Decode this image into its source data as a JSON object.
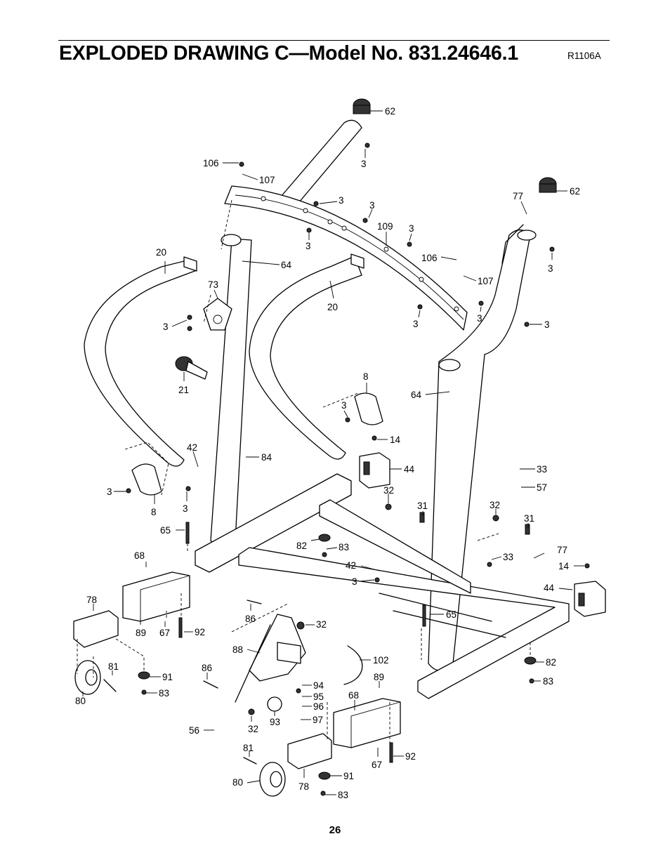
{
  "header": {
    "title": "EXPLODED DRAWING C—Model No. 831.24646.1",
    "drawing_code": "R1106A"
  },
  "footer": {
    "page_number": "26"
  },
  "callouts": [
    {
      "label": "62"
    },
    {
      "label": "3"
    },
    {
      "label": "106"
    },
    {
      "label": "107"
    },
    {
      "label": "3"
    },
    {
      "label": "3"
    },
    {
      "label": "3"
    },
    {
      "label": "109"
    },
    {
      "label": "3"
    },
    {
      "label": "77"
    },
    {
      "label": "62"
    },
    {
      "label": "3"
    },
    {
      "label": "106"
    },
    {
      "label": "107"
    },
    {
      "label": "20"
    },
    {
      "label": "64"
    },
    {
      "label": "73"
    },
    {
      "label": "3"
    },
    {
      "label": "20"
    },
    {
      "label": "3"
    },
    {
      "label": "3"
    },
    {
      "label": "3"
    },
    {
      "label": "21"
    },
    {
      "label": "8"
    },
    {
      "label": "3"
    },
    {
      "label": "64"
    },
    {
      "label": "14"
    },
    {
      "label": "42"
    },
    {
      "label": "84"
    },
    {
      "label": "44"
    },
    {
      "label": "33"
    },
    {
      "label": "57"
    },
    {
      "label": "3"
    },
    {
      "label": "8"
    },
    {
      "label": "3"
    },
    {
      "label": "32"
    },
    {
      "label": "31"
    },
    {
      "label": "32"
    },
    {
      "label": "31"
    },
    {
      "label": "65"
    },
    {
      "label": "82"
    },
    {
      "label": "83"
    },
    {
      "label": "77"
    },
    {
      "label": "68"
    },
    {
      "label": "33"
    },
    {
      "label": "42"
    },
    {
      "label": "14"
    },
    {
      "label": "3"
    },
    {
      "label": "44"
    },
    {
      "label": "78"
    },
    {
      "label": "86"
    },
    {
      "label": "65"
    },
    {
      "label": "89"
    },
    {
      "label": "67"
    },
    {
      "label": "92"
    },
    {
      "label": "32"
    },
    {
      "label": "88"
    },
    {
      "label": "102"
    },
    {
      "label": "82"
    },
    {
      "label": "81"
    },
    {
      "label": "86"
    },
    {
      "label": "91"
    },
    {
      "label": "83"
    },
    {
      "label": "94"
    },
    {
      "label": "95"
    },
    {
      "label": "96"
    },
    {
      "label": "89"
    },
    {
      "label": "83"
    },
    {
      "label": "80"
    },
    {
      "label": "68"
    },
    {
      "label": "97"
    },
    {
      "label": "93"
    },
    {
      "label": "56"
    },
    {
      "label": "32"
    },
    {
      "label": "81"
    },
    {
      "label": "67"
    },
    {
      "label": "92"
    },
    {
      "label": "91"
    },
    {
      "label": "80"
    },
    {
      "label": "78"
    },
    {
      "label": "83"
    }
  ]
}
